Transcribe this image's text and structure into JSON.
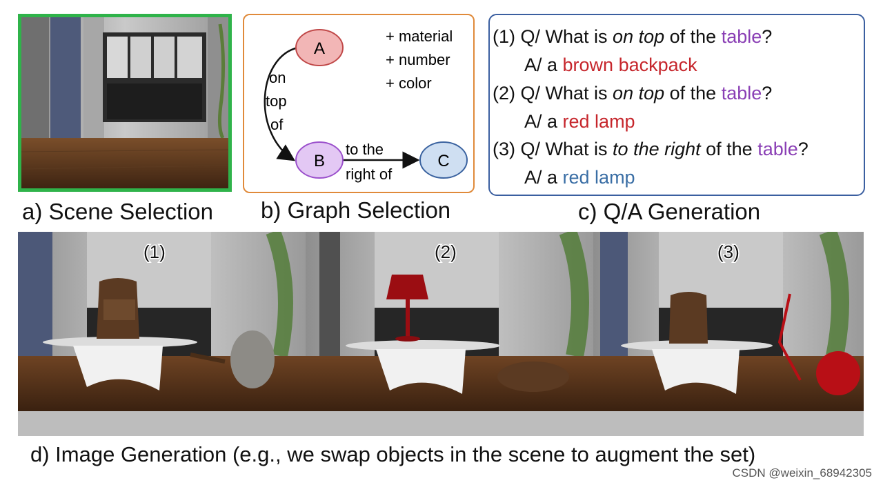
{
  "captions": {
    "a": "a) Scene Selection",
    "b": "b) Graph Selection",
    "c": "c) Q/A Generation",
    "d": "d) Image Generation (e.g., we swap objects in the scene to augment the set)"
  },
  "graph": {
    "nodes": [
      {
        "label": "A",
        "fill": "#f2b6b6",
        "stroke": "#c04848"
      },
      {
        "label": "B",
        "fill": "#e3c8f4",
        "stroke": "#9b50cc"
      },
      {
        "label": "C",
        "fill": "#cfdff2",
        "stroke": "#3b63a0"
      }
    ],
    "edge_ab": [
      "on",
      "top",
      "of"
    ],
    "edge_bc": [
      "to the",
      "right of"
    ],
    "attributes": [
      "+ material",
      "+ number",
      "+ color"
    ]
  },
  "qa": [
    {
      "num": "(1)",
      "q_prefix": "Q/ What is ",
      "q_rel": "on top",
      "q_mid": " of the ",
      "q_obj": "table",
      "q_end": "?",
      "a_prefix": "A/ a ",
      "a_obj": "brown backpack",
      "a_color": "red"
    },
    {
      "num": "(2)",
      "q_prefix": "Q/ What is ",
      "q_rel": "on top",
      "q_mid": " of the ",
      "q_obj": "table",
      "q_end": "?",
      "a_prefix": "A/ a ",
      "a_obj": "red lamp",
      "a_color": "red"
    },
    {
      "num": "(3)",
      "q_prefix": "Q/ What is ",
      "q_rel": "to the right",
      "q_mid": " of the ",
      "q_obj": "table",
      "q_end": "?",
      "a_prefix": "A/ a ",
      "a_obj": "red lamp",
      "a_color": "blue"
    }
  ],
  "image_labels": [
    "(1)",
    "(2)",
    "(3)"
  ],
  "watermark": "CSDN @weixin_68942305",
  "colors": {
    "scene_border": "#2fb34a",
    "graph_border": "#e08a3a",
    "qa_border": "#3b5fa0",
    "purple": "#8a3fb5",
    "red": "#c6262c",
    "blue": "#3a6ea5"
  }
}
